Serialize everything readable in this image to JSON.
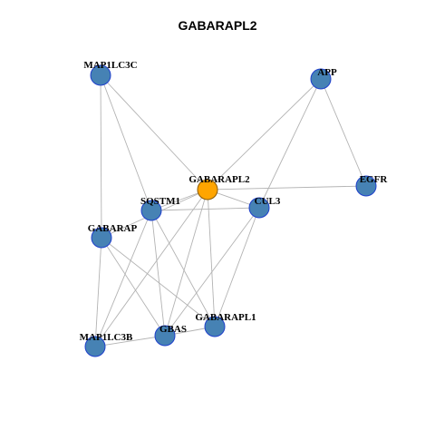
{
  "title": "GABARAPL2",
  "colors": {
    "edge": "#b3b3b3",
    "node_fill": "#4682b4",
    "node_stroke": "#1e3fcc",
    "hub_fill": "#ffa500",
    "hub_stroke": "#8b5a00"
  },
  "nodes": [
    {
      "id": "GABARAPL2",
      "label": "GABARAPL2",
      "hub": true
    },
    {
      "id": "MAP1LC3C",
      "label": "MAP1LC3C"
    },
    {
      "id": "APP",
      "label": "APP"
    },
    {
      "id": "EGFR",
      "label": "EGFR"
    },
    {
      "id": "SQSTM1",
      "label": "SQSTM1"
    },
    {
      "id": "CUL3",
      "label": "CUL3"
    },
    {
      "id": "GABARAP",
      "label": "GABARAP"
    },
    {
      "id": "GABARAPL1",
      "label": "GABARAPL1"
    },
    {
      "id": "GBAS",
      "label": "GBAS"
    },
    {
      "id": "MAP1LC3B",
      "label": "MAP1LC3B"
    }
  ],
  "edges": [
    [
      "MAP1LC3C",
      "GABARAPL2"
    ],
    [
      "MAP1LC3C",
      "SQSTM1"
    ],
    [
      "MAP1LC3C",
      "GABARAP"
    ],
    [
      "APP",
      "GABARAPL2"
    ],
    [
      "APP",
      "CUL3"
    ],
    [
      "APP",
      "EGFR"
    ],
    [
      "GABARAPL2",
      "EGFR"
    ],
    [
      "GABARAPL2",
      "SQSTM1"
    ],
    [
      "GABARAPL2",
      "CUL3"
    ],
    [
      "GABARAPL2",
      "GABARAP"
    ],
    [
      "GABARAPL2",
      "GBAS"
    ],
    [
      "GABARAPL2",
      "GABARAPL1"
    ],
    [
      "GABARAPL2",
      "MAP1LC3B"
    ],
    [
      "SQSTM1",
      "CUL3"
    ],
    [
      "SQSTM1",
      "GBAS"
    ],
    [
      "SQSTM1",
      "GABARAPL1"
    ],
    [
      "SQSTM1",
      "MAP1LC3B"
    ],
    [
      "CUL3",
      "GBAS"
    ],
    [
      "CUL3",
      "GABARAPL1"
    ],
    [
      "GABARAP",
      "MAP1LC3B"
    ],
    [
      "GABARAP",
      "GBAS"
    ],
    [
      "GABARAP",
      "GABARAPL1"
    ],
    [
      "MAP1LC3B",
      "GBAS"
    ],
    [
      "GBAS",
      "GABARAPL1"
    ]
  ]
}
